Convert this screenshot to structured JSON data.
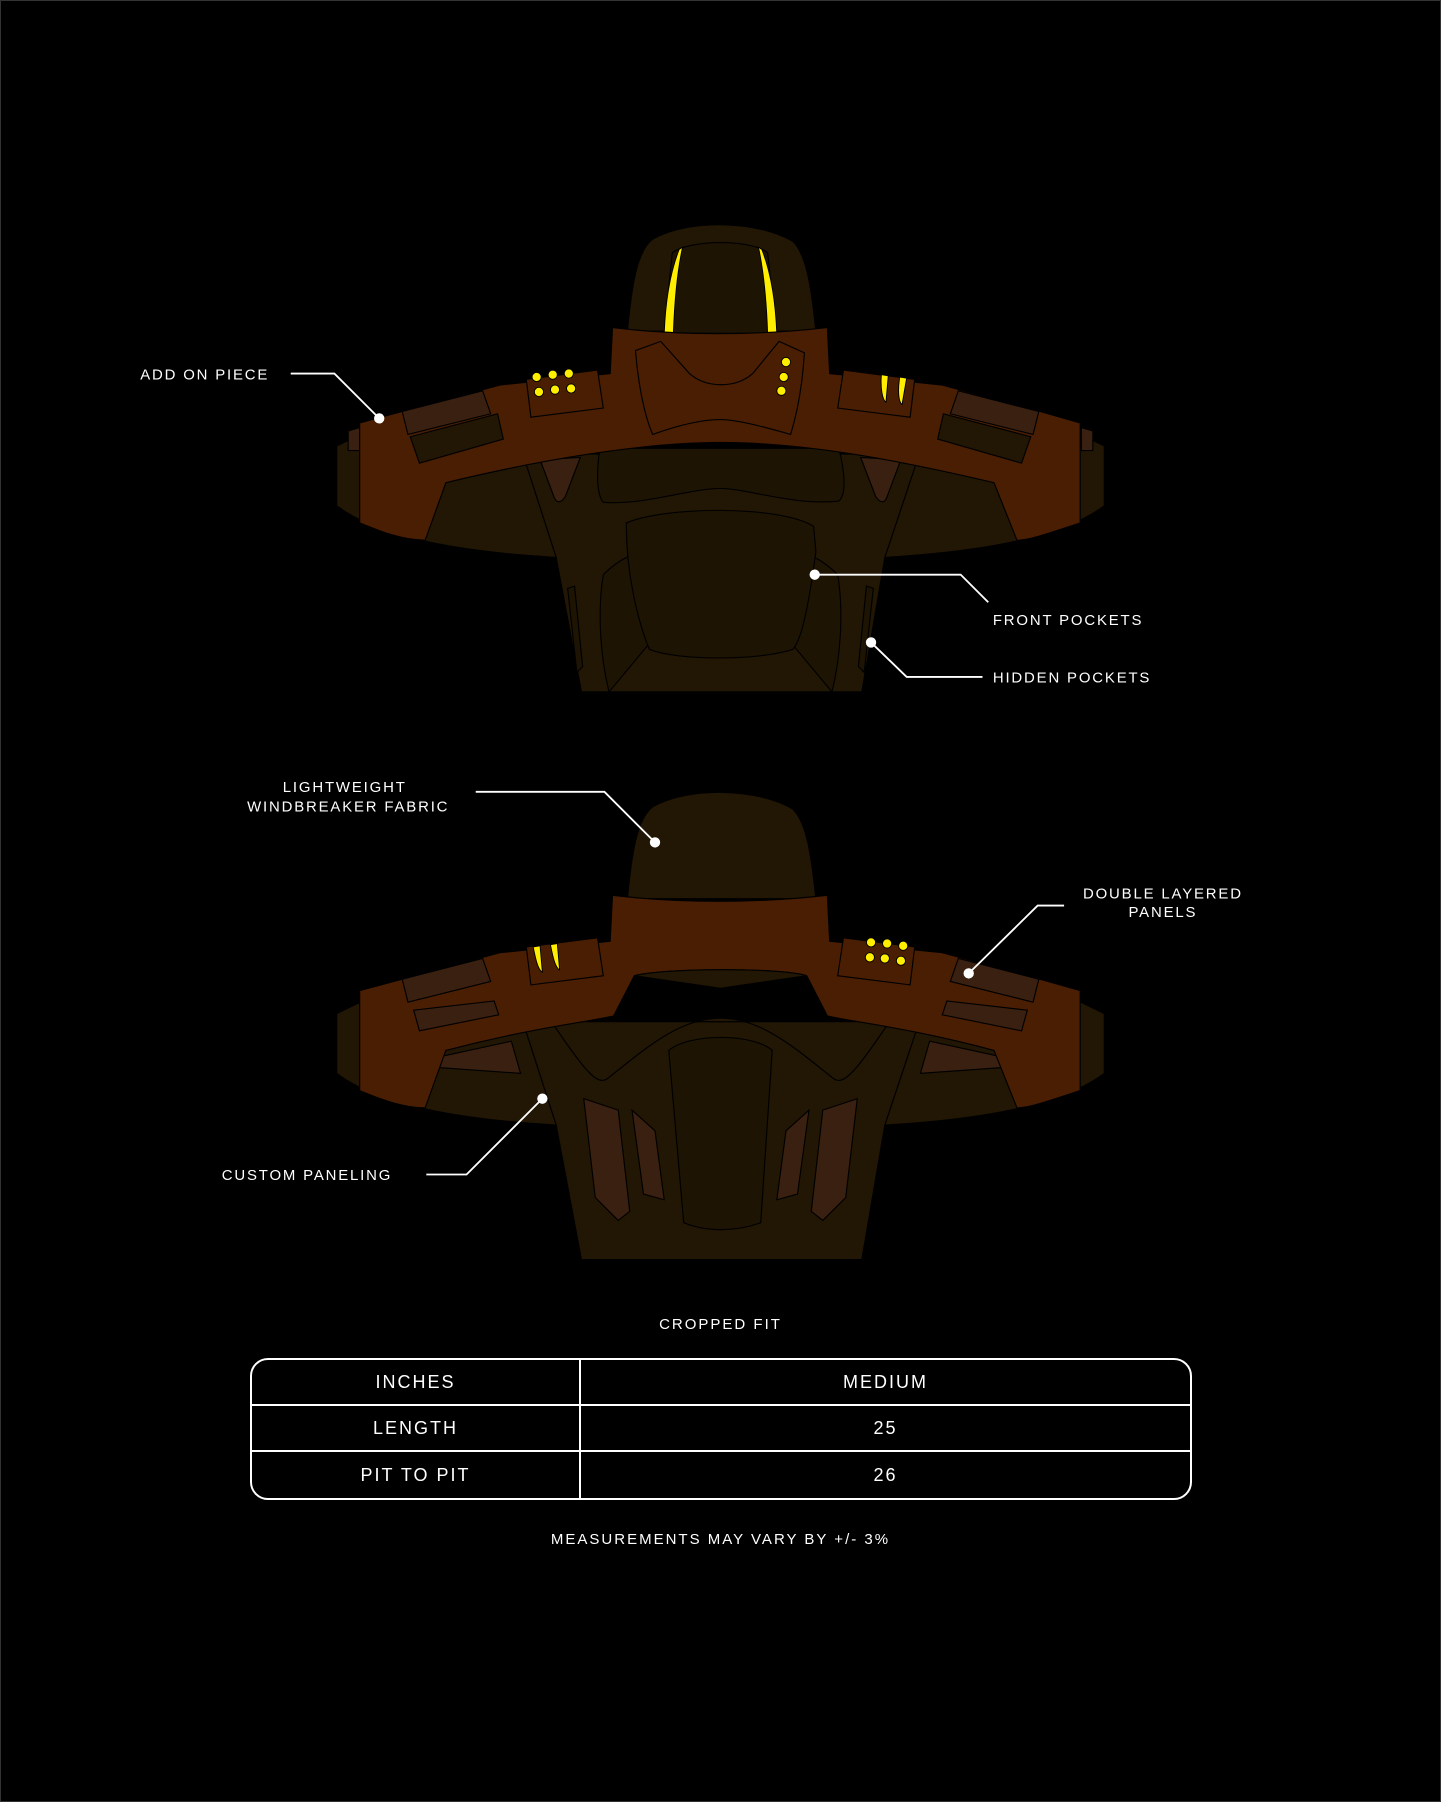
{
  "callouts": {
    "add_on_piece": "ADD ON PIECE",
    "front_pockets": "FRONT POCKETS",
    "hidden_pockets": "HIDDEN POCKETS",
    "lightweight_line1": "LIGHTWEIGHT",
    "lightweight_line2": "WINDBREAKER FABRIC",
    "double_layered_line1": "DOUBLE LAYERED",
    "double_layered_line2": "PANELS",
    "custom_paneling": "CUSTOM PANELING"
  },
  "colors": {
    "background": "#000000",
    "fabric": "#221604",
    "add_on": "#4a1e02",
    "panel": "#3a2010",
    "accent": "#ffee00"
  },
  "size_chart": {
    "title": "CROPPED FIT",
    "headers": [
      "INCHES",
      "MEDIUM"
    ],
    "rows": [
      [
        "LENGTH",
        "25"
      ],
      [
        "PIT TO PIT",
        "26"
      ]
    ],
    "note": "MEASUREMENTS MAY VARY BY +/- 3%"
  }
}
